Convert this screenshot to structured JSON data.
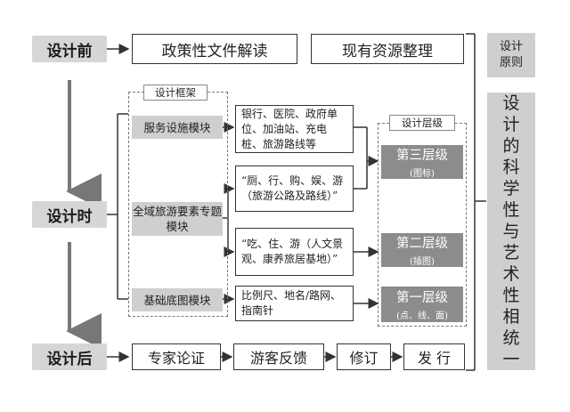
{
  "stages": {
    "before": "设计前",
    "during": "设计时",
    "after": "设计后"
  },
  "top_boxes": {
    "policy": "政策性文件解读",
    "resources": "现有资源整理"
  },
  "framework": {
    "label": "设计框架",
    "modules": {
      "service": "服务设施模块",
      "tourism": "全域旅游要素专题模块",
      "base": "基础底图模块"
    },
    "details": {
      "service": "银行、医院、政府单位、加油站、充电桩、旅游路线等",
      "tourism_1": "“厕、行、购、娱、游（旅游公路及路线）”",
      "tourism_2": "“吃、住、游（人文景观、康养旅居基地）”",
      "base": "比例尺、地名/路网、指南针"
    }
  },
  "levels": {
    "label": "设计层级",
    "third": {
      "title": "第三层级",
      "sub": "(图标)"
    },
    "second": {
      "title": "第二层级",
      "sub": "(插图)"
    },
    "first": {
      "title": "第一层级",
      "sub": "(点、线、面)"
    }
  },
  "principles": {
    "label": "设计原则",
    "text": "设计的科学性与艺术性相统一"
  },
  "after_steps": [
    "专家论证",
    "游客反馈",
    "修订",
    "发 行"
  ]
}
